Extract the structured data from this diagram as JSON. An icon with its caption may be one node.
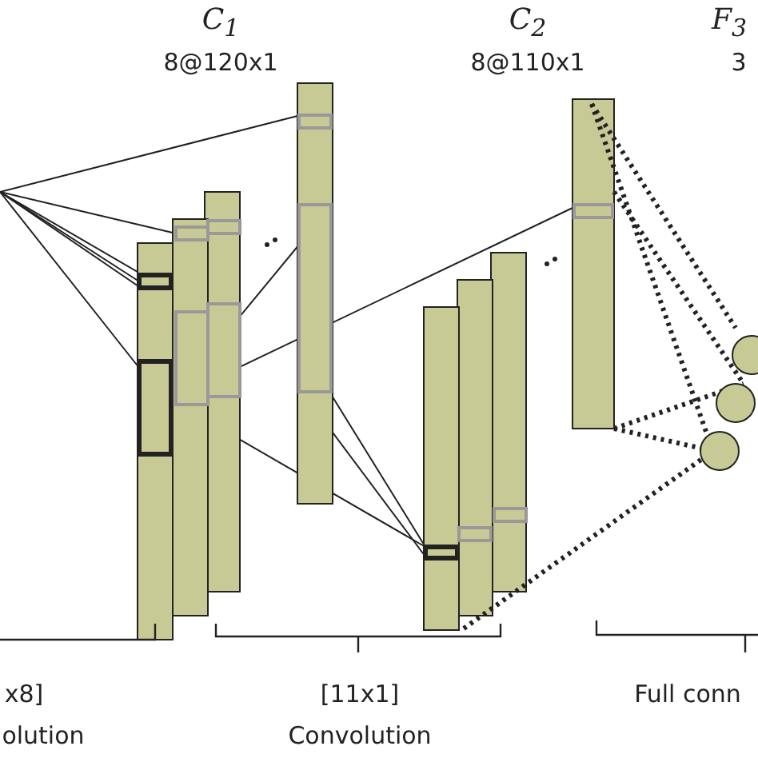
{
  "diagram": {
    "labels": [
      "C$_{1}$",
      "8@120x1",
      "C$_{2}$",
      "8@110x1",
      "F$_{3}$",
      "3",
      "x8]",
      "[11x1]",
      "Full conn",
      "olution",
      "Convolution"
    ]
  }
}
